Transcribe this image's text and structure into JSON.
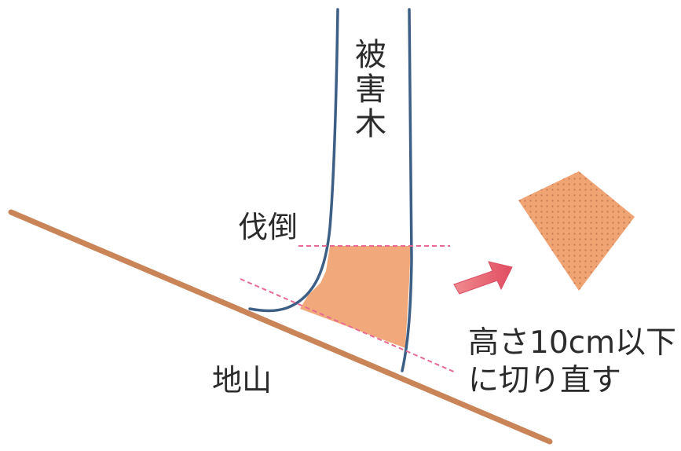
{
  "labels": {
    "damaged_tree": "被害木",
    "felling": "伐倒",
    "ground": "地山",
    "instruction_line1": "高さ10cm以下",
    "instruction_line2": "に切り直す"
  },
  "colors": {
    "tree_outline": "#3d5f86",
    "stump_fill": "#f0a474",
    "stump_dots": "#b66a45",
    "ground_line": "#c98458",
    "cut_line": "#e86a92",
    "arrow": "#e05a6c",
    "text": "#2b2b2b"
  },
  "icons": {
    "arrow": "right-arrow-icon"
  }
}
